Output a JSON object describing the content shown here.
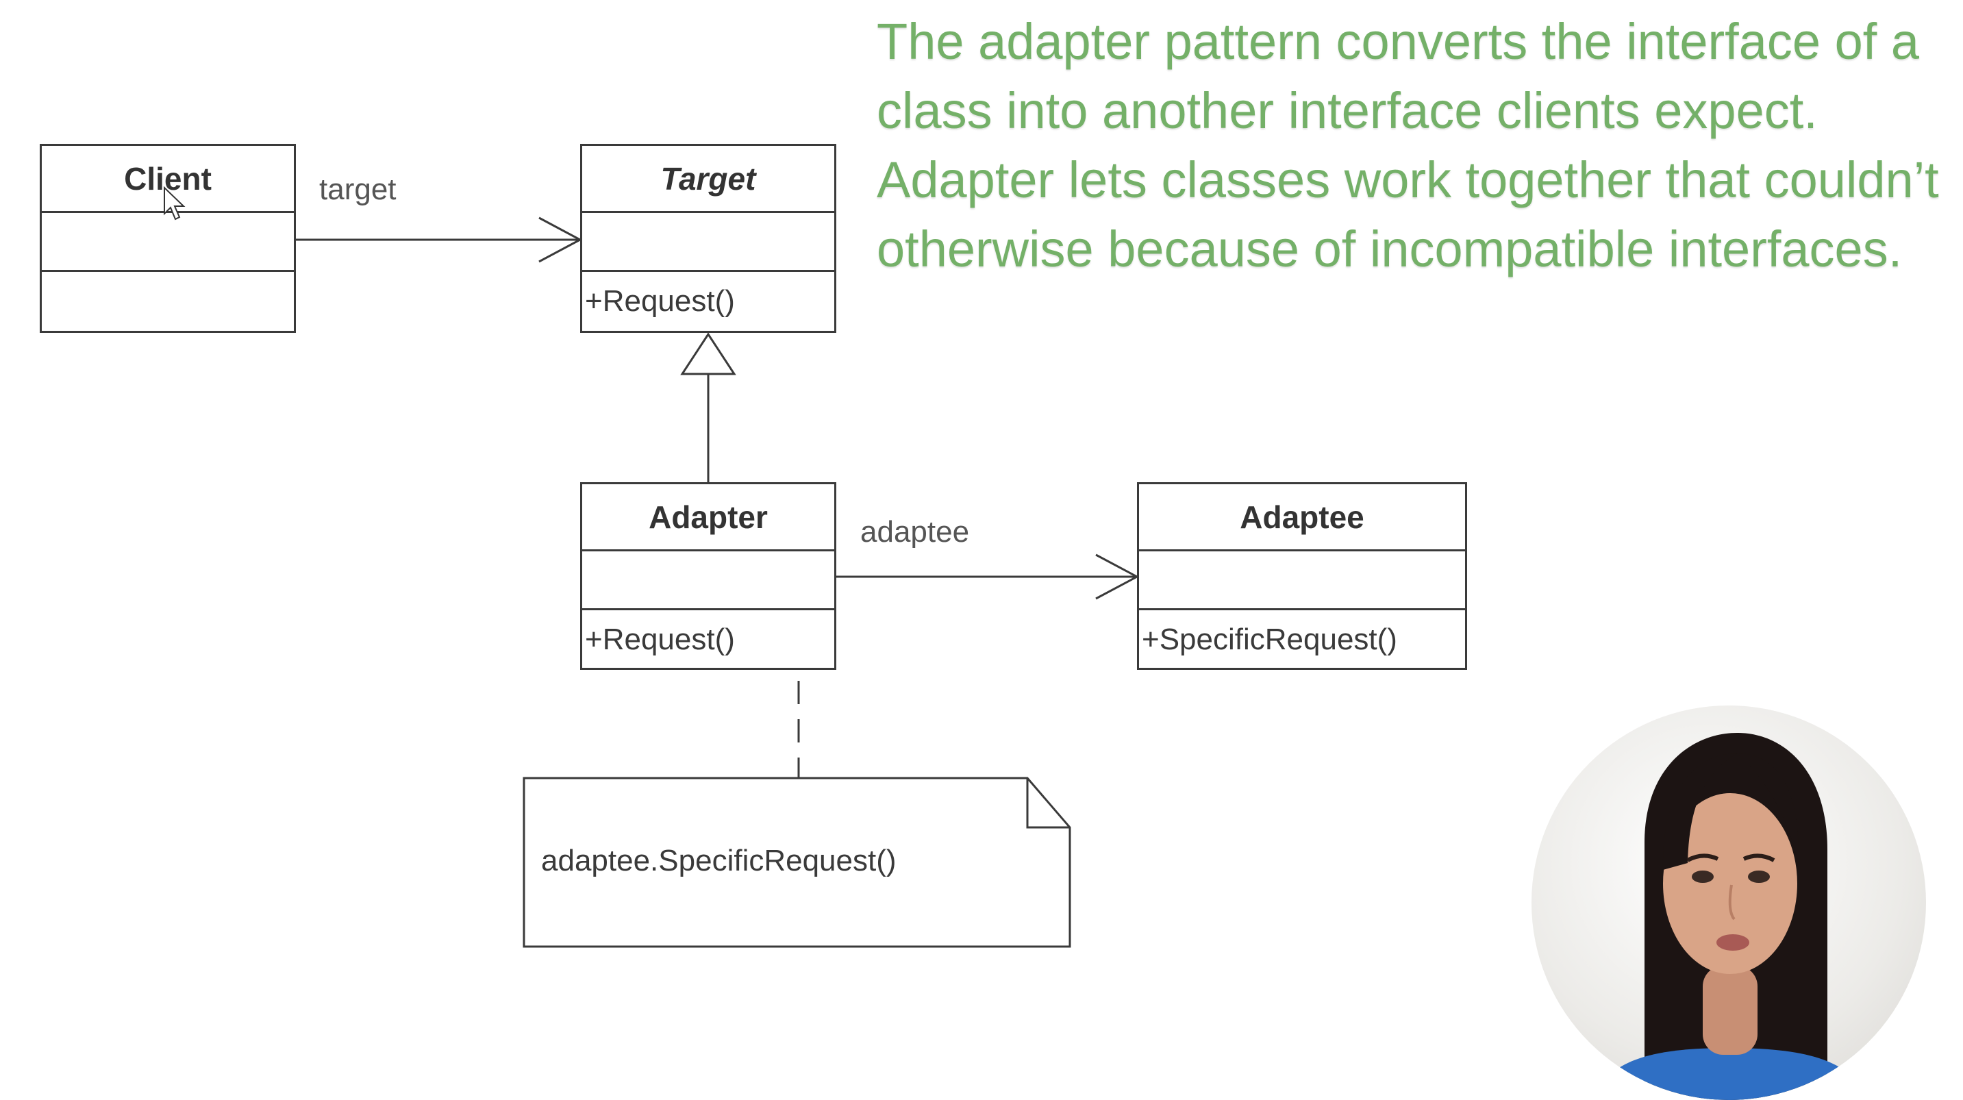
{
  "classes": {
    "client": {
      "name": "Client",
      "operation": ""
    },
    "target": {
      "name": "Target",
      "operation": "+Request()"
    },
    "adapter": {
      "name": "Adapter",
      "operation": "+Request()"
    },
    "adaptee": {
      "name": "Adaptee",
      "operation": "+SpecificRequest()"
    }
  },
  "associations": {
    "target_label": "target",
    "adaptee_label": "adaptee"
  },
  "note": {
    "text": "adaptee.SpecificRequest()"
  },
  "definition": {
    "lines": [
      "The adapter pattern converts the interface of a",
      "class into another interface clients expect.",
      "Adapter lets classes work together that couldn’t",
      "otherwise because of incompatible interfaces."
    ],
    "color": "#74b068"
  },
  "presenter": {
    "icon": "presenter-webcam-icon"
  }
}
